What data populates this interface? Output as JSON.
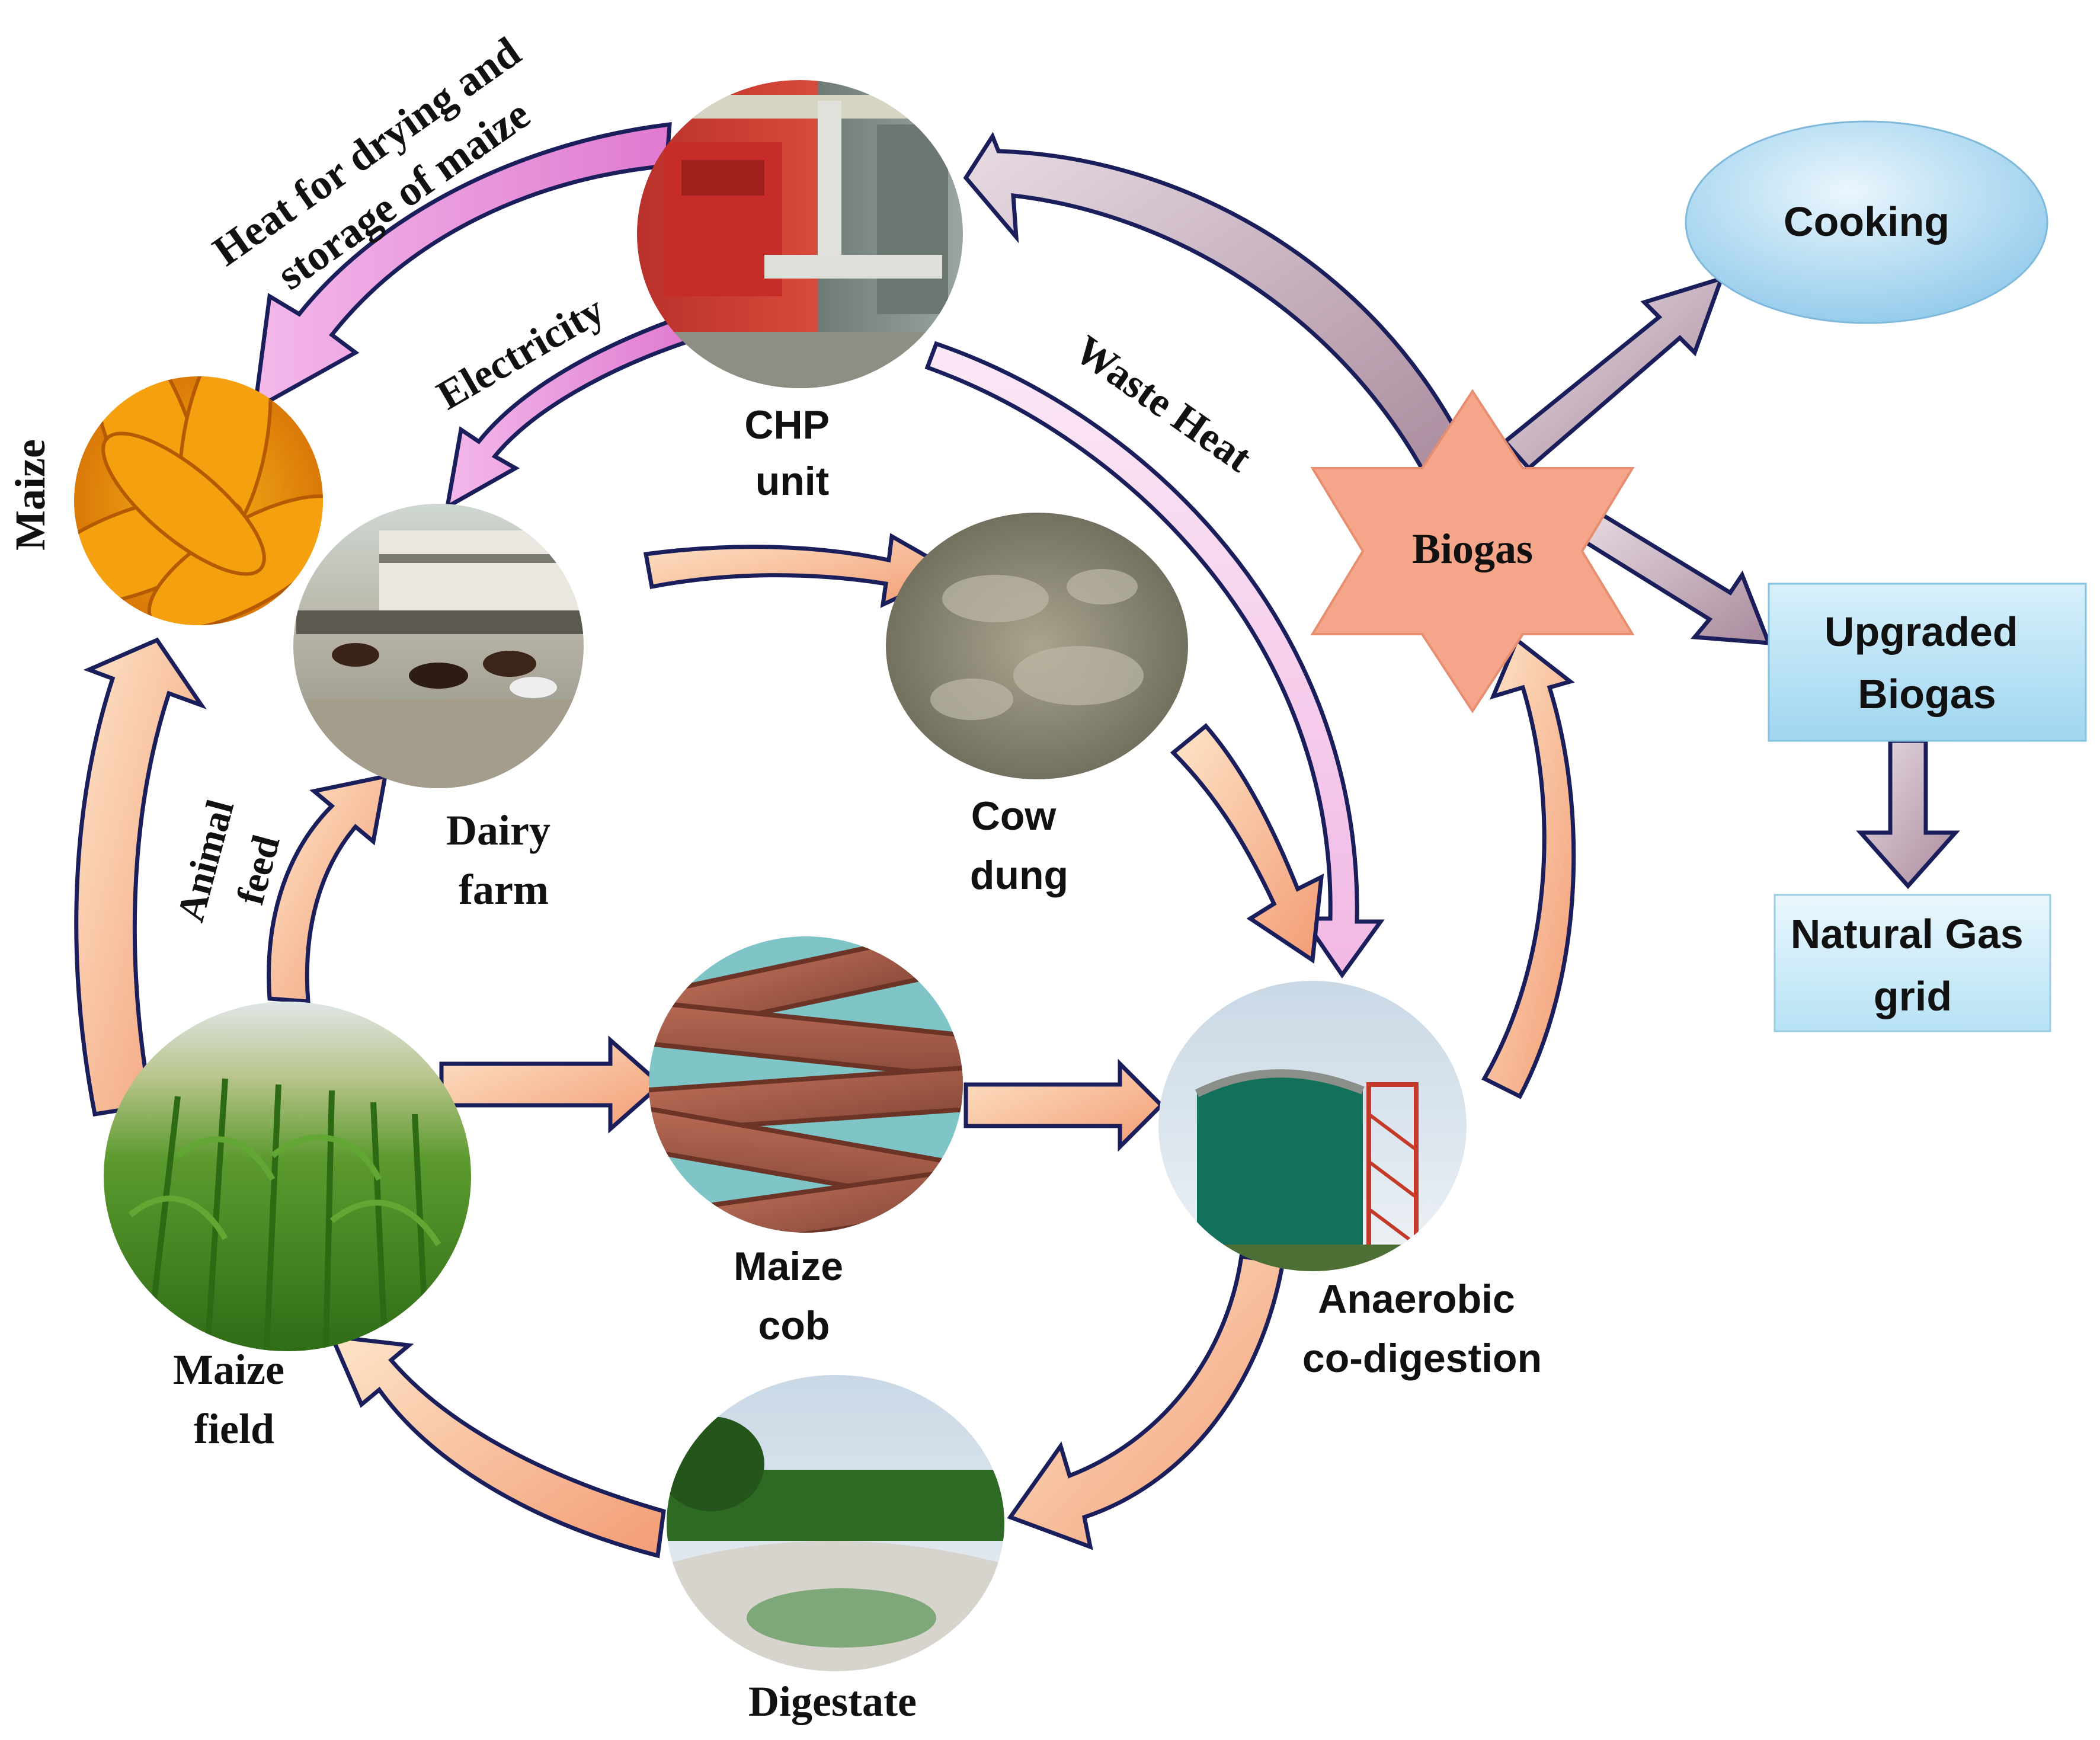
{
  "nodes": {
    "chp": {
      "label_lines": [
        "CHP",
        "unit"
      ]
    },
    "maize": {
      "label": "Maize"
    },
    "dairy": {
      "label_lines": [
        "Dairy",
        "farm"
      ]
    },
    "cow_dung": {
      "label_lines": [
        "Cow",
        "dung"
      ]
    },
    "maize_field": {
      "label_lines": [
        "Maize",
        "field"
      ]
    },
    "maize_cob": {
      "label_lines": [
        "Maize",
        "cob"
      ]
    },
    "digester": {
      "label_lines": [
        "Anaerobic",
        "co-digestion"
      ]
    },
    "digestate": {
      "label": "Digestate"
    },
    "biogas": {
      "label": "Biogas"
    },
    "cooking": {
      "label": "Cooking"
    },
    "upgraded": {
      "label_lines": [
        "Upgraded",
        "Biogas"
      ]
    },
    "grid": {
      "label_lines": [
        "Natural Gas",
        "grid"
      ]
    }
  },
  "flows": {
    "heat": {
      "label_lines": [
        "Heat for drying and",
        "storage of  maize"
      ]
    },
    "electricity": {
      "label": "Electricity"
    },
    "waste_heat": {
      "label": "Waste Heat"
    },
    "animal_feed": {
      "label_lines": [
        "Animal",
        "feed"
      ]
    }
  },
  "colors": {
    "pink_arrow": "#ee99dd",
    "peach_arrow": "#f7b48c",
    "mauve_arrow": "#b89aa8",
    "arrow_outline": "#1a1f5c",
    "biogas_star": "#f4a58a",
    "box_blue": "#9fd6f0"
  }
}
